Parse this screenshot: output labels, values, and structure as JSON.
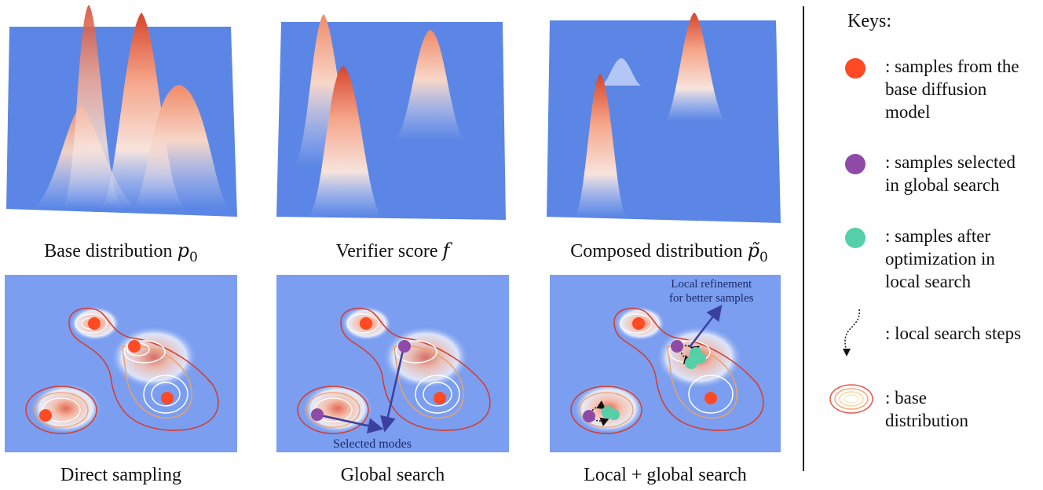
{
  "captions": {
    "base": "Base distribution ",
    "base_sym": "p",
    "base_sub": "0",
    "verifier": "Verifier score ",
    "verifier_sym": "f",
    "composed": "Composed distribution ",
    "composed_sym": "p̃",
    "composed_sub": "0",
    "direct": "Direct sampling",
    "global": "Global search",
    "local_global": "Local + global search"
  },
  "annotations": {
    "selected_modes": "Selected modes",
    "local_refinement": "Local refinement\nfor better samples"
  },
  "keys": {
    "title": "Keys:",
    "items": [
      {
        "text": ": samples from the\nbase diffusion\nmodel",
        "color": "#ff4a24"
      },
      {
        "text": ": samples selected\nin global search",
        "color": "#8e4aa6"
      },
      {
        "text": ": samples after\noptimization in\nlocal search",
        "color": "#55cfa8"
      },
      {
        "text": ": local search steps"
      },
      {
        "text": ": base\ndistribution"
      }
    ]
  },
  "colors": {
    "surface_blue": "#5b86e5",
    "panel_blue": "#7b9ef0",
    "peak_red": "#d94a30",
    "contour_red": "#d63a2a",
    "contour_orange": "#f0a060",
    "contour_white": "#ffffff",
    "arrow_navy": "#3b3fa0"
  }
}
